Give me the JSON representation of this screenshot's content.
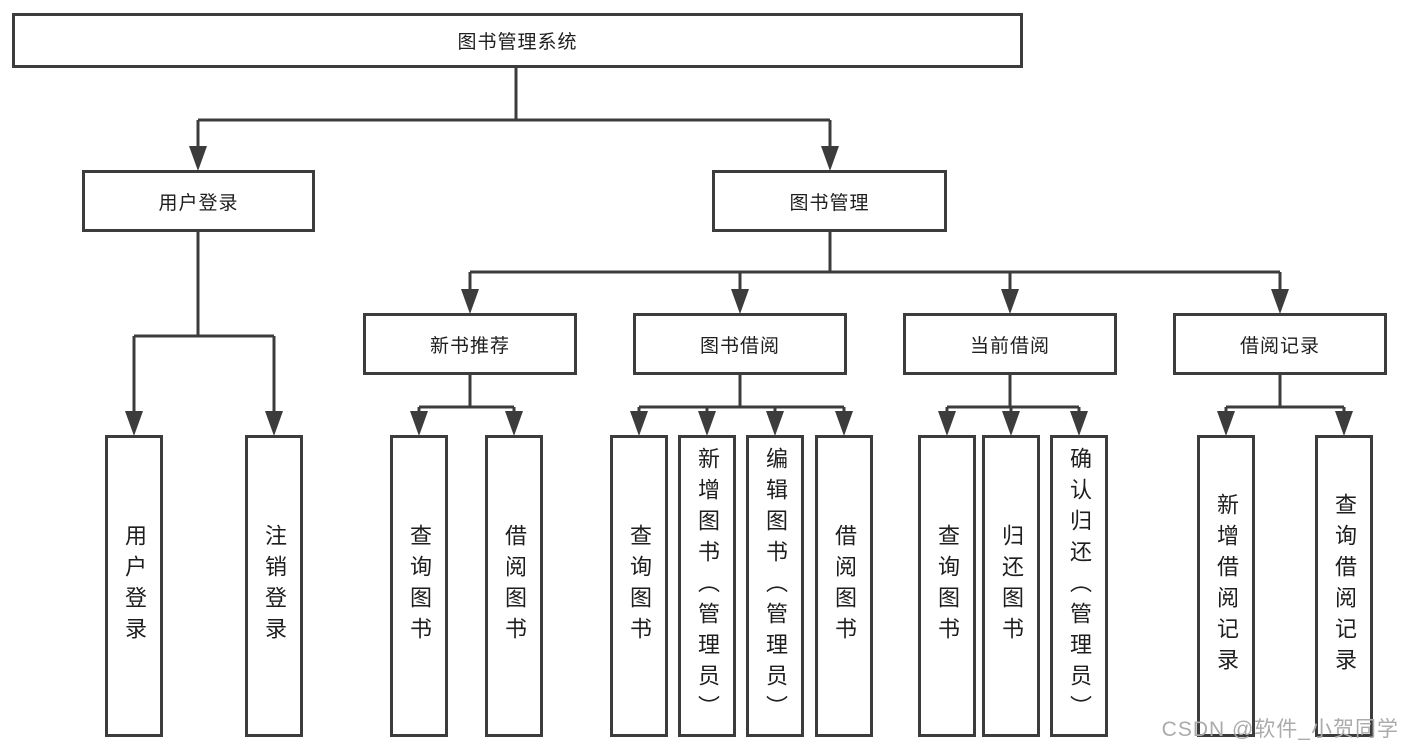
{
  "nodes": {
    "root": "图书管理系统",
    "user_login": "用户登录",
    "book_mgmt": "图书管理",
    "new_book_rec": "新书推荐",
    "book_borrow": "图书借阅",
    "current_borrow": "当前借阅",
    "borrow_records": "借阅记录",
    "leaf_user_login": "用户登录",
    "leaf_logout": "注销登录",
    "leaf_query_books_1": "查询图书",
    "leaf_borrow_books_1": "借阅图书",
    "leaf_query_books_2": "查询图书",
    "leaf_add_book": "新增图书（管理员）",
    "leaf_edit_book": "编辑图书（管理员）",
    "leaf_borrow_books_2": "借阅图书",
    "leaf_query_books_3": "查询图书",
    "leaf_return_book": "归还图书",
    "leaf_confirm_return": "确认归还（管理员）",
    "leaf_add_borrow_record": "新增借阅记录",
    "leaf_query_borrow_record": "查询借阅记录"
  },
  "hierarchy": {
    "root": [
      "user_login",
      "book_mgmt"
    ],
    "user_login": [
      "leaf_user_login",
      "leaf_logout"
    ],
    "book_mgmt": [
      "new_book_rec",
      "book_borrow",
      "current_borrow",
      "borrow_records"
    ],
    "new_book_rec": [
      "leaf_query_books_1",
      "leaf_borrow_books_1"
    ],
    "book_borrow": [
      "leaf_query_books_2",
      "leaf_add_book",
      "leaf_edit_book",
      "leaf_borrow_books_2"
    ],
    "current_borrow": [
      "leaf_query_books_3",
      "leaf_return_book",
      "leaf_confirm_return"
    ],
    "borrow_records": [
      "leaf_add_borrow_record",
      "leaf_query_borrow_record"
    ]
  },
  "watermark": "CSDN @软件_小贺同学",
  "colors": {
    "line": "#3c3c3c",
    "text": "#1e1e1e",
    "watermark": "#ababab",
    "background": "#ffffff"
  }
}
